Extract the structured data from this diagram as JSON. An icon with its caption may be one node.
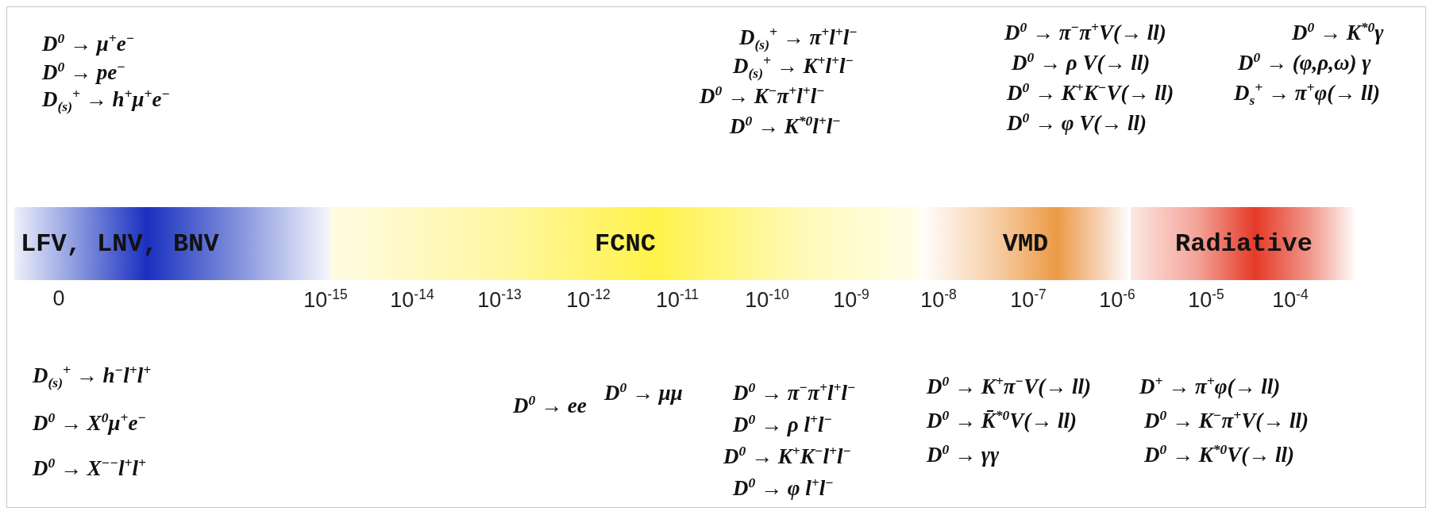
{
  "diagram": {
    "nodes": [
      {
        "text": [
          "LFV, LNV, BNV"
        ]
      },
      {
        "text": [
          "FCNC"
        ]
      },
      {
        "text": [
          "VMD"
        ]
      },
      {
        "text": [
          "Radiative"
        ]
      }
    ],
    "labels": [
      "D$^{0}$ → μ$^{+}$e$^{−}$",
      "D$^{0}$ → pe$^{−}$",
      "D$_{(s)}$$^{+}$ → h$^{+}$μ$^{+}$e$^{−}$",
      "D$_{(s)}$$^{+}$ → π$^{+}$l$^{+}$l$^{−}$",
      "D$_{(s)}$$^{+}$ → K$^{+}$l$^{+}$l$^{−}$",
      "D$^{0}$ → K$^{−}$π$^{+}$l$^{+}$l$^{−}$",
      "D$^{0}$ → K$^{*0}$l$^{+}$l$^{−}$",
      "D$^{0}$ → π$^{−}$π$^{+}$V(→ ll)",
      "D$^{0}$ → ρ  V(→ ll)",
      "D$^{0}$ → K$^{+}$K$^{−}$V(→ ll)",
      "D$^{0}$ → φ  V(→ ll)",
      "D$^{0}$ → K$^{*0}$γ",
      "D$^{0}$ → (φ,ρ,ω)  γ",
      "D$_{s}$$^{+}$ → π$^{+}$φ(→ ll)",
      "0",
      "10$^{-15}$",
      "10$^{-14}$",
      "10$^{-13}$",
      "10$^{-12}$",
      "10$^{-11}$",
      "10$^{-10}$",
      "10$^{-9}$",
      "10$^{-8}$",
      "10$^{-7}$",
      "10$^{-6}$",
      "10$^{-5}$",
      "10$^{-4}$",
      "D$_{(s)}$$^{+}$ → h$^{−}$l$^{+}$l$^{+}$",
      "D$^{0}$ → X$^{0}$μ$^{+}$e$^{−}$",
      "D$^{0}$ → X$^{−−}$l$^{+}$l$^{+}$",
      "D$^{0}$ → μμ",
      "D$^{0}$ → ee",
      "D$^{0}$ → π$^{−}$π$^{+}$l$^{+}$l$^{−}$",
      "D$^{0}$ → ρ  l$^{+}$l$^{−}$",
      "D$^{0}$ → K$^{+}$K$^{−}$l$^{+}$l$^{−}$",
      "D$^{0}$ → φ  l$^{+}$l$^{−}$",
      "D$^{0}$ → K$^{+}$π$^{−}$V(→ ll)",
      "D$^{0}$ → K̄$^{*0}$V(→ ll)",
      "D$^{0}$ → γγ",
      "D$^{+}$ → π$^{+}$φ(→ ll)",
      "D$^{0}$ → K$^{−}$π$^{+}$V(→ ll)",
      "D$^{0}$ → K$^{*0}$V(→ ll)"
    ]
  }
}
